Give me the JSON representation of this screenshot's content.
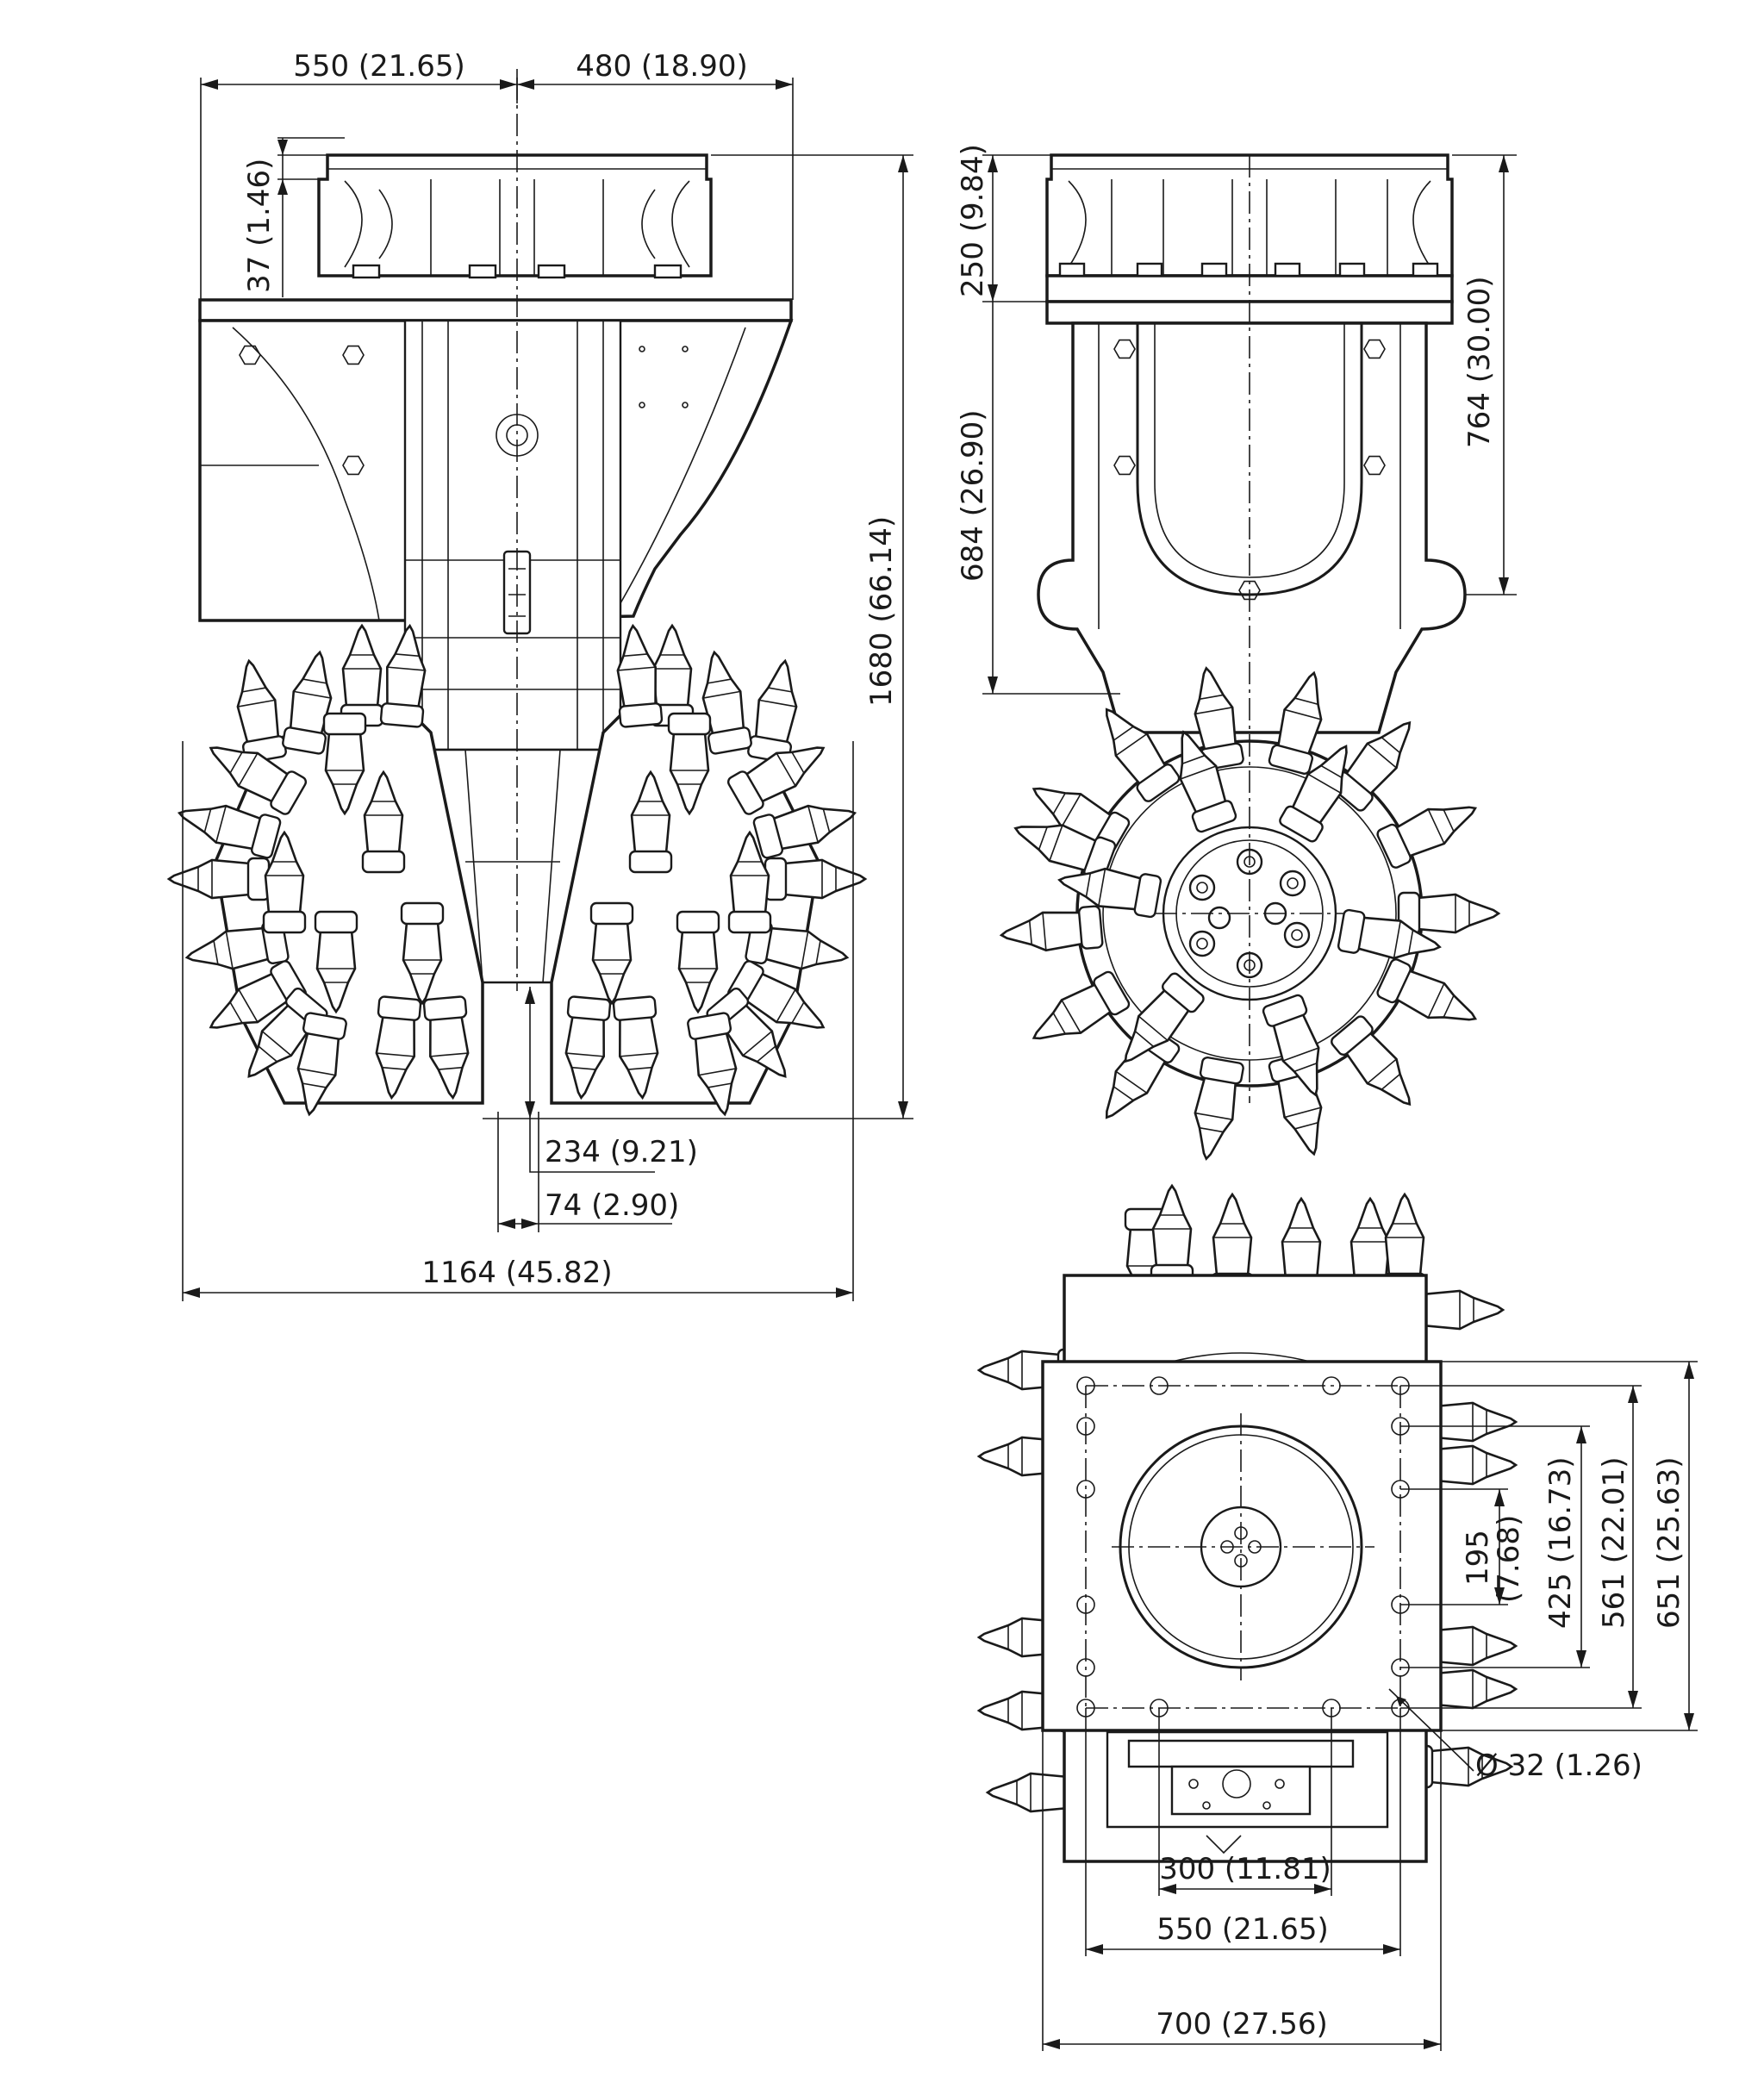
{
  "dimensions": {
    "front_left_width": "550 (21.65)",
    "front_right_width": "480 (18.90)",
    "flange_thickness": "37 (1.46)",
    "total_height": "1680 (66.14)",
    "center_gap_height": "234 (9.21)",
    "center_gap_width": "74 (2.90)",
    "total_width": "1164 (45.82)",
    "side_flange_height": "250 (9.84)",
    "side_body_height": "684 (26.90)",
    "side_upper_height": "764 (30.00)",
    "hole_spacing_195": "195",
    "hole_spacing_195_in": "(7.68)",
    "hole_spacing_425": "425 (16.73)",
    "hole_spacing_561": "561 (22.01)",
    "plate_height_651": "651 (25.63)",
    "hole_diameter": "Ø 32 (1.26)",
    "bolt_spacing_300": "300 (11.81)",
    "bolt_spacing_550": "550 (21.65)",
    "plate_width_700": "700 (27.56)"
  }
}
